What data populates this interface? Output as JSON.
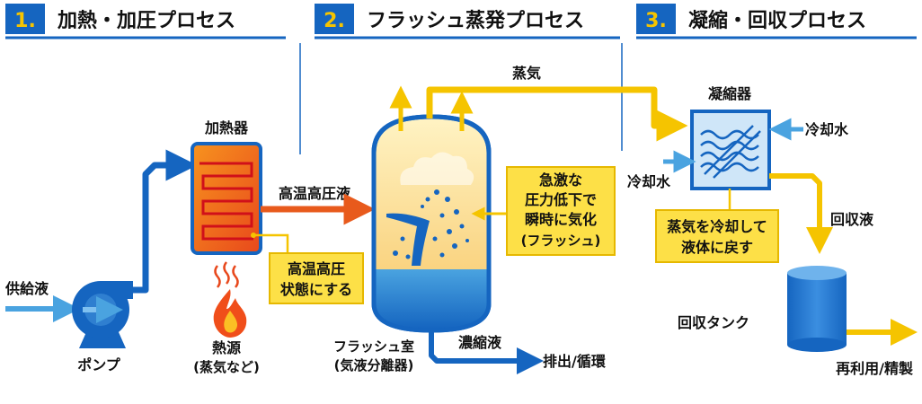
{
  "sections": [
    {
      "number": "1.",
      "title": "加熱・加圧プロセス"
    },
    {
      "number": "2.",
      "title": "フラッシュ蒸発プロセス"
    },
    {
      "number": "3.",
      "title": "凝縮・回収プロセス"
    }
  ],
  "labels": {
    "feed_liquid": "供給液",
    "pump": "ポンプ",
    "heater": "加熱器",
    "heat_source_line1": "熱源",
    "heat_source_line2": "(蒸気など)",
    "hot_liquid": "高温高圧液",
    "callout_hot_line1": "高温高圧",
    "callout_hot_line2": "状態にする",
    "steam": "蒸気",
    "flash_callout_line1": "急激な",
    "flash_callout_line2": "圧力低下で",
    "flash_callout_line3": "瞬時に気化",
    "flash_callout_line4": "(フラッシュ)",
    "flash_chamber_line1": "フラッシュ室",
    "flash_chamber_line2": "(気液分離器)",
    "concentrate": "濃縮液",
    "discharge": "排出/循環",
    "condenser": "凝縮器",
    "cooling_water_right": "冷却水",
    "cooling_water_left": "冷却水",
    "condense_callout_line1": "蒸気を冷却して",
    "condense_callout_line2": "液体に戻す",
    "recovered_liquid": "回収液",
    "recovery_tank": "回収タンク",
    "reuse": "再利用/精製"
  },
  "colors": {
    "header_blue": "#1565c0",
    "section_number": "#f5c400",
    "pipe_blue": "#1565c0",
    "arrow_light_blue": "#4aa3e0",
    "steam_yellow": "#f5c400",
    "hot_orange": "#e85a1c",
    "callout_fill": "#fde047",
    "callout_border": "#e6b800",
    "text_dark": "#111111"
  }
}
